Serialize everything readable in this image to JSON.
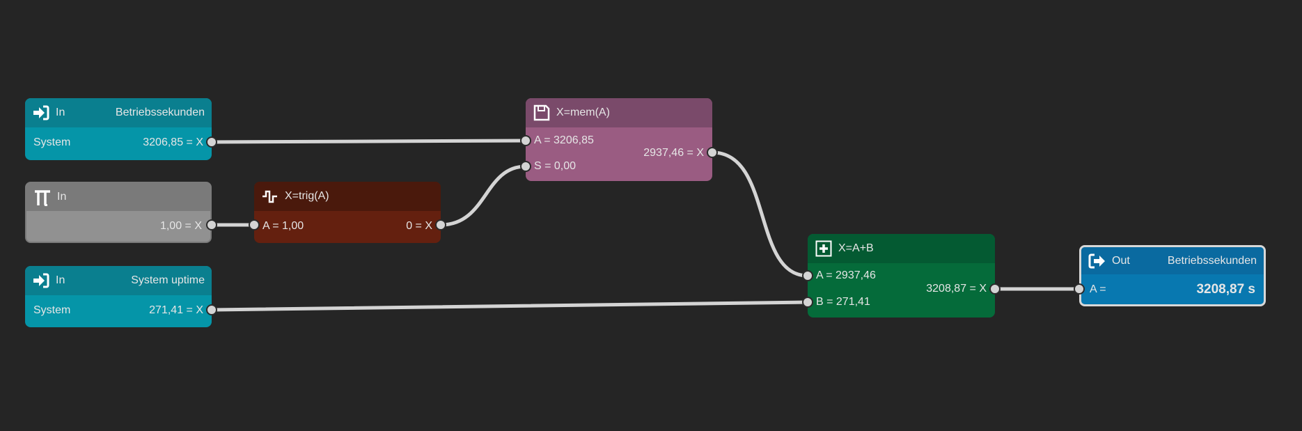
{
  "nodes": {
    "in1": {
      "type": "In",
      "name": "Betriebssekunden",
      "source": "System",
      "output": "3206,85 = X",
      "icon": "input-arrow-icon"
    },
    "pi": {
      "type": "In",
      "output": "1,00 = X",
      "icon": "pulse-icon"
    },
    "in2": {
      "type": "In",
      "name": "System uptime",
      "source": "System",
      "output": "271,41 = X",
      "icon": "input-arrow-icon"
    },
    "trig": {
      "title": "X=trig(A)",
      "input_a": "A = 1,00",
      "output": "0 = X",
      "icon": "trigger-icon"
    },
    "mem": {
      "title": "X=mem(A)",
      "input_a": "A = 3206,85",
      "input_s": "S =  0,00",
      "output": "2937,46 = X",
      "icon": "floppy-disk-icon"
    },
    "add": {
      "title": "X=A+B",
      "input_a": "A = 2937,46",
      "input_b": "B = 271,41",
      "output": "3208,87 = X",
      "icon": "plus-box-icon"
    },
    "out": {
      "type": "Out",
      "name": "Betriebssekunden",
      "input_a": "A =",
      "value": "3208,87 s",
      "icon": "output-arrow-icon"
    }
  },
  "colors": {
    "background": "#252525",
    "wire": "#d4d4d4"
  }
}
